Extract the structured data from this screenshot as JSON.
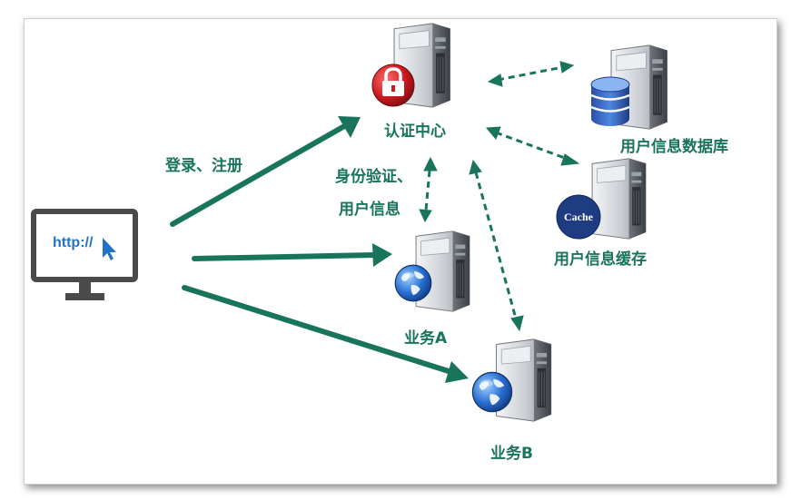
{
  "nodes": {
    "auth_center": "认证中心",
    "user_db": "用户信息数据库",
    "user_cache": "用户信息缓存",
    "service_a": "业务A",
    "service_b": "业务B"
  },
  "edges": {
    "login_register": "登录、注册",
    "auth_user_info_line1": "身份验证、",
    "auth_user_info_line2": "用户信息"
  },
  "client": {
    "url_text": "http://"
  },
  "cache_badge_text": "Cache",
  "colors": {
    "accent_green": "#19745c",
    "server_gray": "#8a8f96",
    "lock_red": "#c9191e",
    "globe_blue": "#2a6fd0",
    "url_blue": "#1f74c9"
  }
}
